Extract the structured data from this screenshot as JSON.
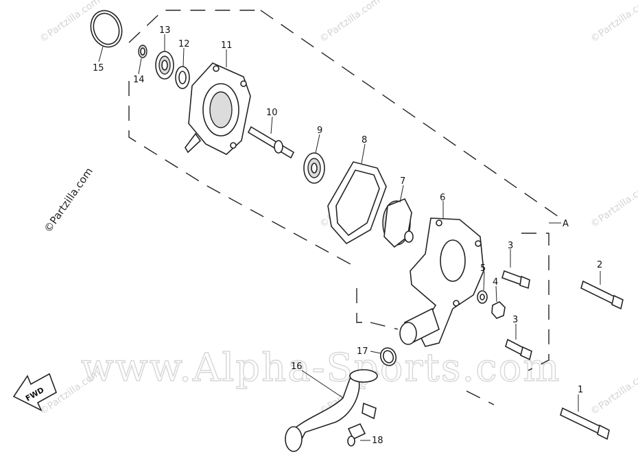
{
  "diagram": {
    "callouts": [
      "1",
      "2",
      "3",
      "3",
      "4",
      "5",
      "6",
      "7",
      "8",
      "9",
      "10",
      "11",
      "12",
      "13",
      "14",
      "15",
      "16",
      "17",
      "18"
    ],
    "section_label": "A",
    "forward_label": "FWD"
  },
  "watermarks": {
    "partzilla": "©Partzilla.com",
    "alpha": "www.Alpha-Sports.com"
  }
}
